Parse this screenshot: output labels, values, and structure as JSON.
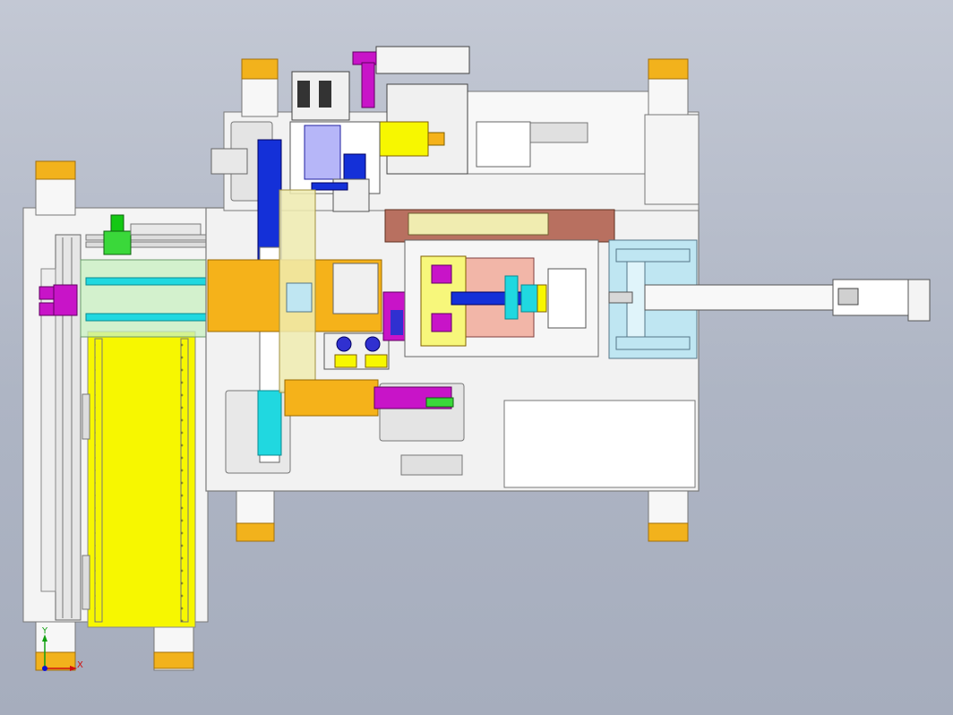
{
  "view": {
    "type": "CAD top view of assembly machine",
    "background": "#b3b9c7"
  },
  "triad": {
    "x_label": "X",
    "y_label": "Y",
    "x_color": "#d01010",
    "y_color": "#10a010"
  },
  "colors": {
    "frame": "#f7f7f7",
    "frame_edge": "#8a8a8a",
    "foot": "#f2b21c",
    "yellow": "#f7f700",
    "orange": "#f5b21a",
    "blue": "#1430d8",
    "cyan": "#20d8e0",
    "magenta": "#c814c8",
    "green": "#3ad83a",
    "light_blue": "#bfe6f2",
    "salmon": "#f2b6a8",
    "brown": "#b87060",
    "pale_yellow": "#f0ecb0",
    "light_green": "#c8f0c0"
  }
}
